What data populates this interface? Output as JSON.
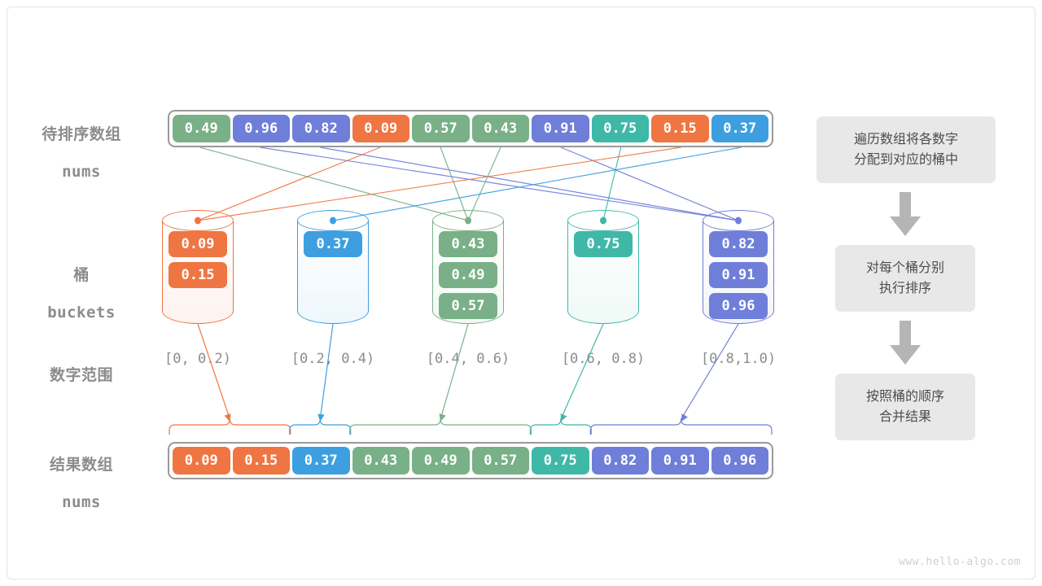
{
  "page": {
    "watermark": "www.hello-algo.com"
  },
  "palette": {
    "green": "#79b087",
    "indigo": "#6f7ed8",
    "orange": "#ef7542",
    "blue": "#3d9fe0",
    "teal": "#3fb8a8",
    "gray_border": "#9a9a9a",
    "label_gray": "#8c8c8c",
    "flow_bg": "#e8e8e8",
    "flow_text": "#4d4d4d"
  },
  "labels": {
    "input": {
      "cn": "待排序数组",
      "mono": "nums"
    },
    "buckets": {
      "cn": "桶",
      "mono": "buckets"
    },
    "range": {
      "cn": "数字范围",
      "mono": ""
    },
    "output": {
      "cn": "结果数组",
      "mono": "nums"
    }
  },
  "input_array": {
    "cells": [
      {
        "value": "0.49",
        "color": "#79b087"
      },
      {
        "value": "0.96",
        "color": "#6f7ed8"
      },
      {
        "value": "0.82",
        "color": "#6f7ed8"
      },
      {
        "value": "0.09",
        "color": "#ef7542"
      },
      {
        "value": "0.57",
        "color": "#79b087"
      },
      {
        "value": "0.43",
        "color": "#79b087"
      },
      {
        "value": "0.91",
        "color": "#6f7ed8"
      },
      {
        "value": "0.75",
        "color": "#3fb8a8"
      },
      {
        "value": "0.15",
        "color": "#ef7542"
      },
      {
        "value": "0.37",
        "color": "#3d9fe0"
      }
    ]
  },
  "buckets": [
    {
      "range": "[0, 0.2)",
      "color": "#ef7542",
      "fill": "#fdf3ef",
      "items": [
        {
          "value": "0.09"
        },
        {
          "value": "0.15"
        }
      ]
    },
    {
      "range": "[0.2, 0.4)",
      "color": "#3d9fe0",
      "fill": "#eef7fd",
      "items": [
        {
          "value": "0.37"
        }
      ]
    },
    {
      "range": "[0.4, 0.6)",
      "color": "#79b087",
      "fill": "#f3f9f4",
      "items": [
        {
          "value": "0.43"
        },
        {
          "value": "0.49"
        },
        {
          "value": "0.57"
        }
      ]
    },
    {
      "range": "[0.6, 0.8)",
      "color": "#3fb8a8",
      "fill": "#eff9f7",
      "items": [
        {
          "value": "0.75"
        }
      ]
    },
    {
      "range": "[0.8,1.0)",
      "color": "#6f7ed8",
      "fill": "#f3f4fc",
      "items": [
        {
          "value": "0.82"
        },
        {
          "value": "0.91"
        },
        {
          "value": "0.96"
        }
      ]
    }
  ],
  "output_array": {
    "cells": [
      {
        "value": "0.09",
        "color": "#ef7542"
      },
      {
        "value": "0.15",
        "color": "#ef7542"
      },
      {
        "value": "0.37",
        "color": "#3d9fe0"
      },
      {
        "value": "0.43",
        "color": "#79b087"
      },
      {
        "value": "0.49",
        "color": "#79b087"
      },
      {
        "value": "0.57",
        "color": "#79b087"
      },
      {
        "value": "0.75",
        "color": "#3fb8a8"
      },
      {
        "value": "0.82",
        "color": "#6f7ed8"
      },
      {
        "value": "0.91",
        "color": "#6f7ed8"
      },
      {
        "value": "0.96",
        "color": "#6f7ed8"
      }
    ]
  },
  "flow": {
    "steps": [
      {
        "text": "遍历数组将各数字\n分配到对应的桶中"
      },
      {
        "text": "对每个桶分别\n执行排序"
      },
      {
        "text": "按照桶的顺序\n合并结果"
      }
    ]
  }
}
